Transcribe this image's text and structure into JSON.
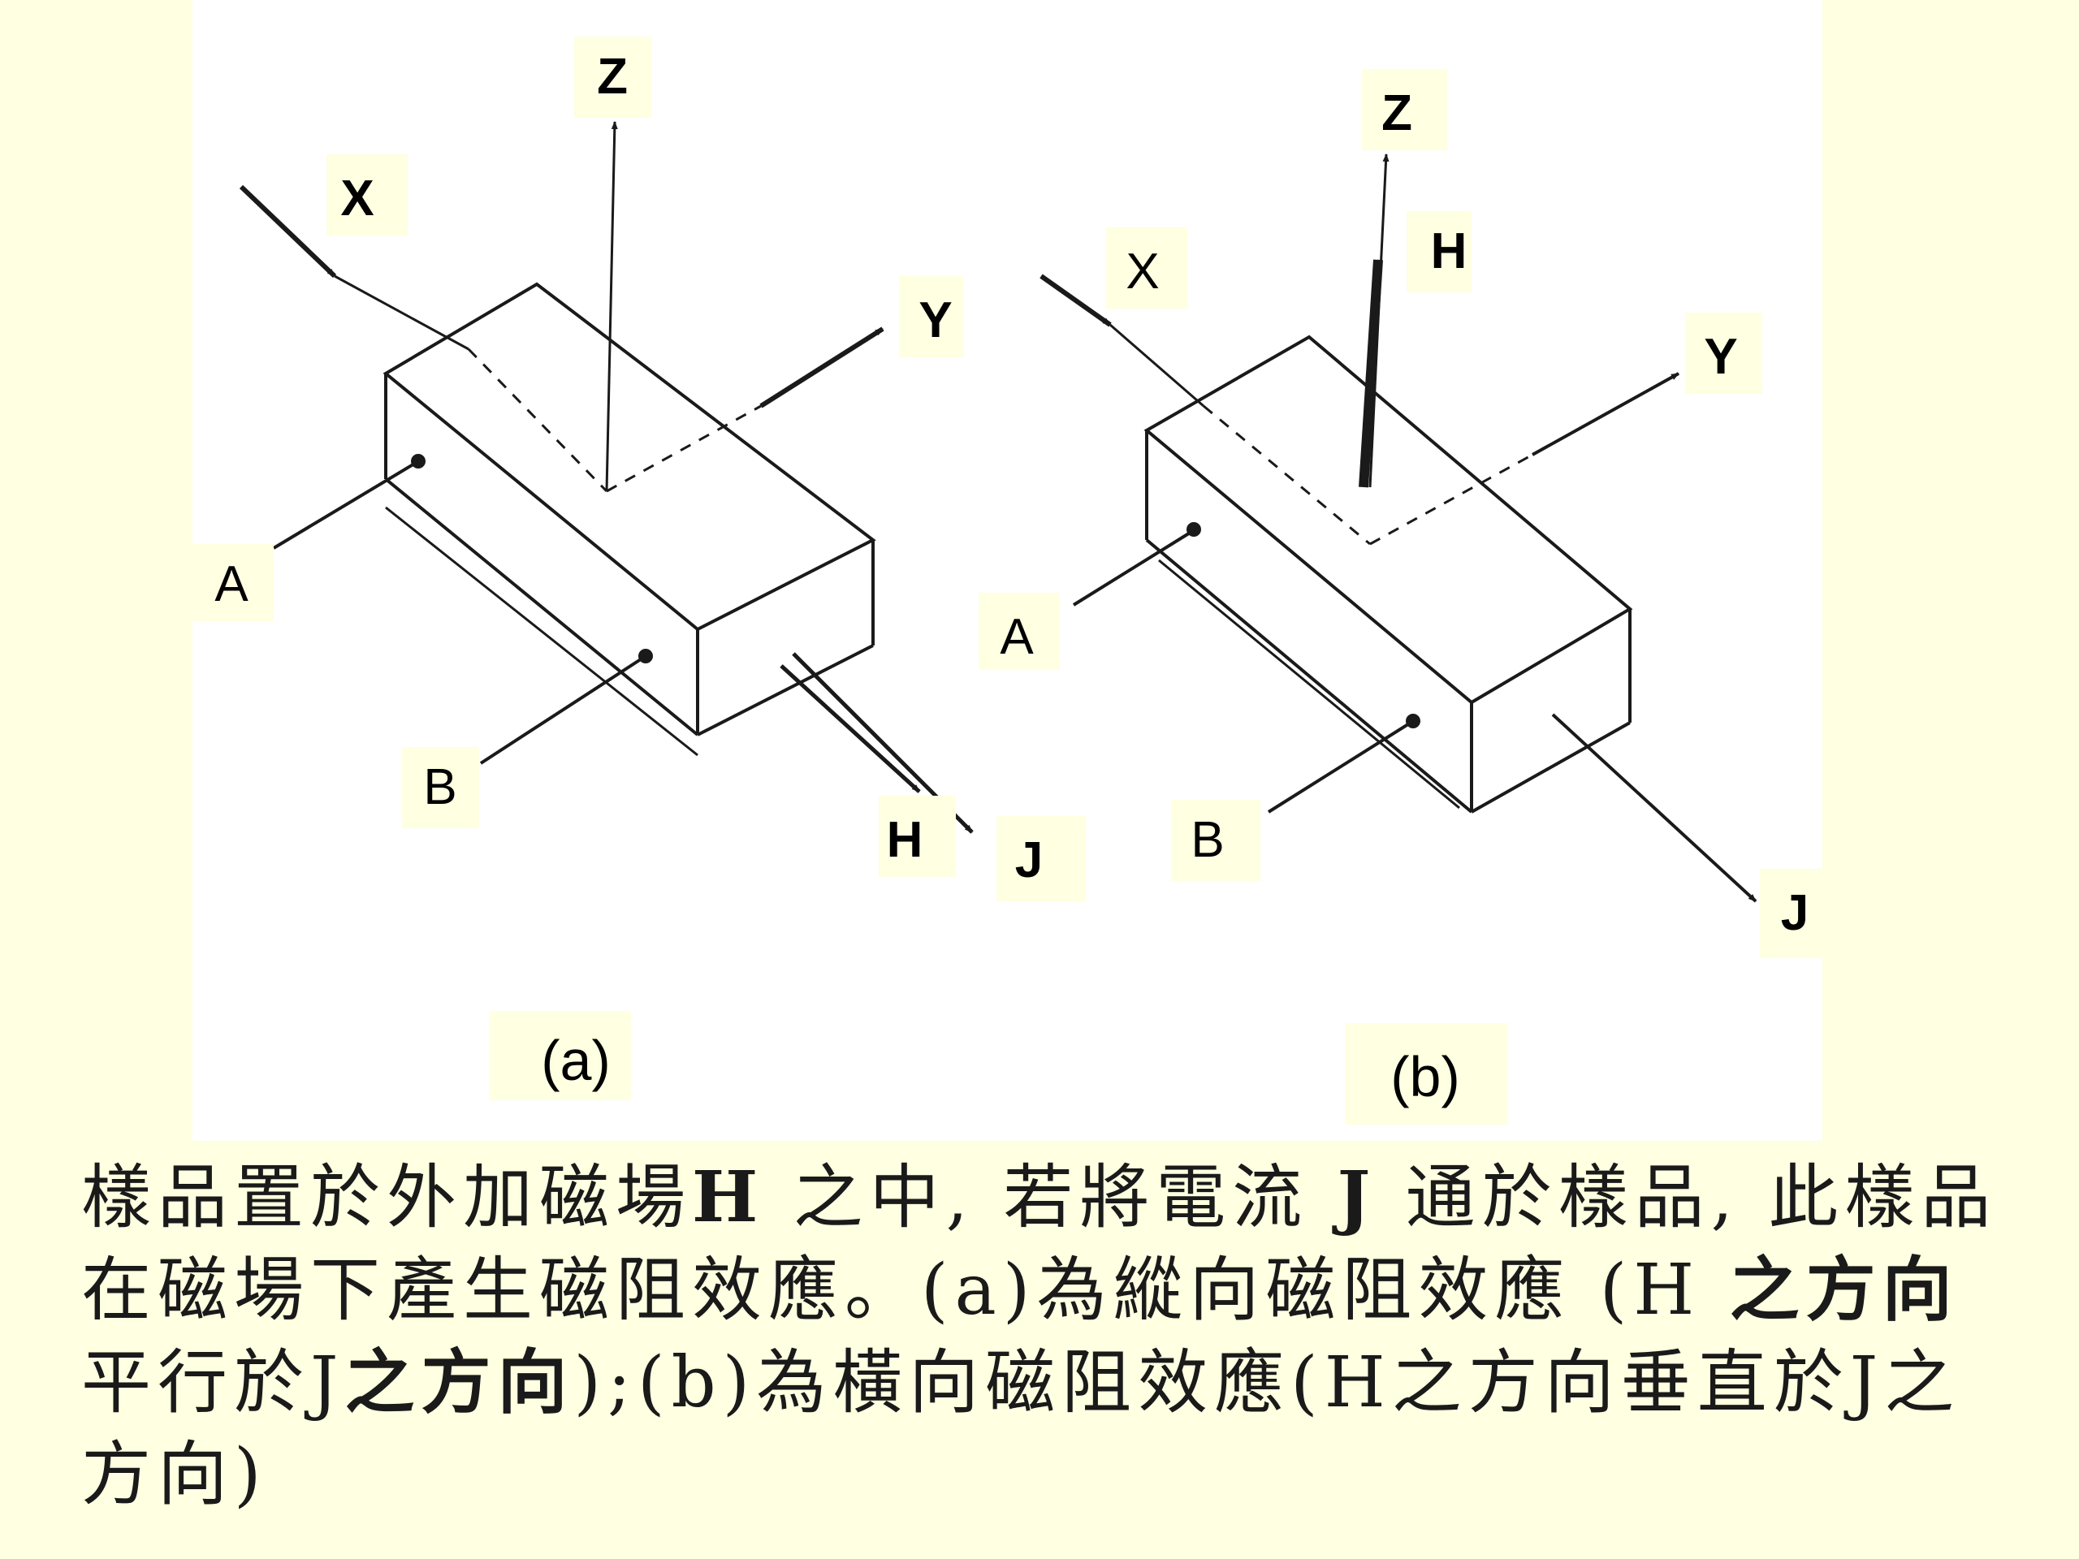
{
  "figure": {
    "panel_a": {
      "label": "(a)",
      "axis_z": "Z",
      "axis_x": "X",
      "axis_y": "Y",
      "field_h": "H",
      "current_j": "J",
      "contact_a": "A",
      "contact_b": "B"
    },
    "panel_b": {
      "label": "(b)",
      "axis_z": "Z",
      "axis_x": "X",
      "axis_y": "Y",
      "field_h": "H",
      "current_j": "J",
      "contact_a": "A",
      "contact_b": "B"
    }
  },
  "caption": {
    "p1": "樣品置於外加磁場",
    "p2": "H",
    "p3": " 之中, 若將電流 ",
    "p4": "J",
    "p5": " 通於樣品, 此樣品在磁場下產生磁阻效應。(a)為縱向磁阻效應 (H ",
    "p6": "之方向",
    "p7": "平行於J",
    "p8": "之方向",
    "p9": ");(b)為橫向磁阻效應(H之方向垂直於J之方向)"
  },
  "colors": {
    "slide_background": "#FFFFE1",
    "figure_background": "#FFFFFF",
    "label_background": "#FFFFE1",
    "line": "#1a1a1a"
  }
}
